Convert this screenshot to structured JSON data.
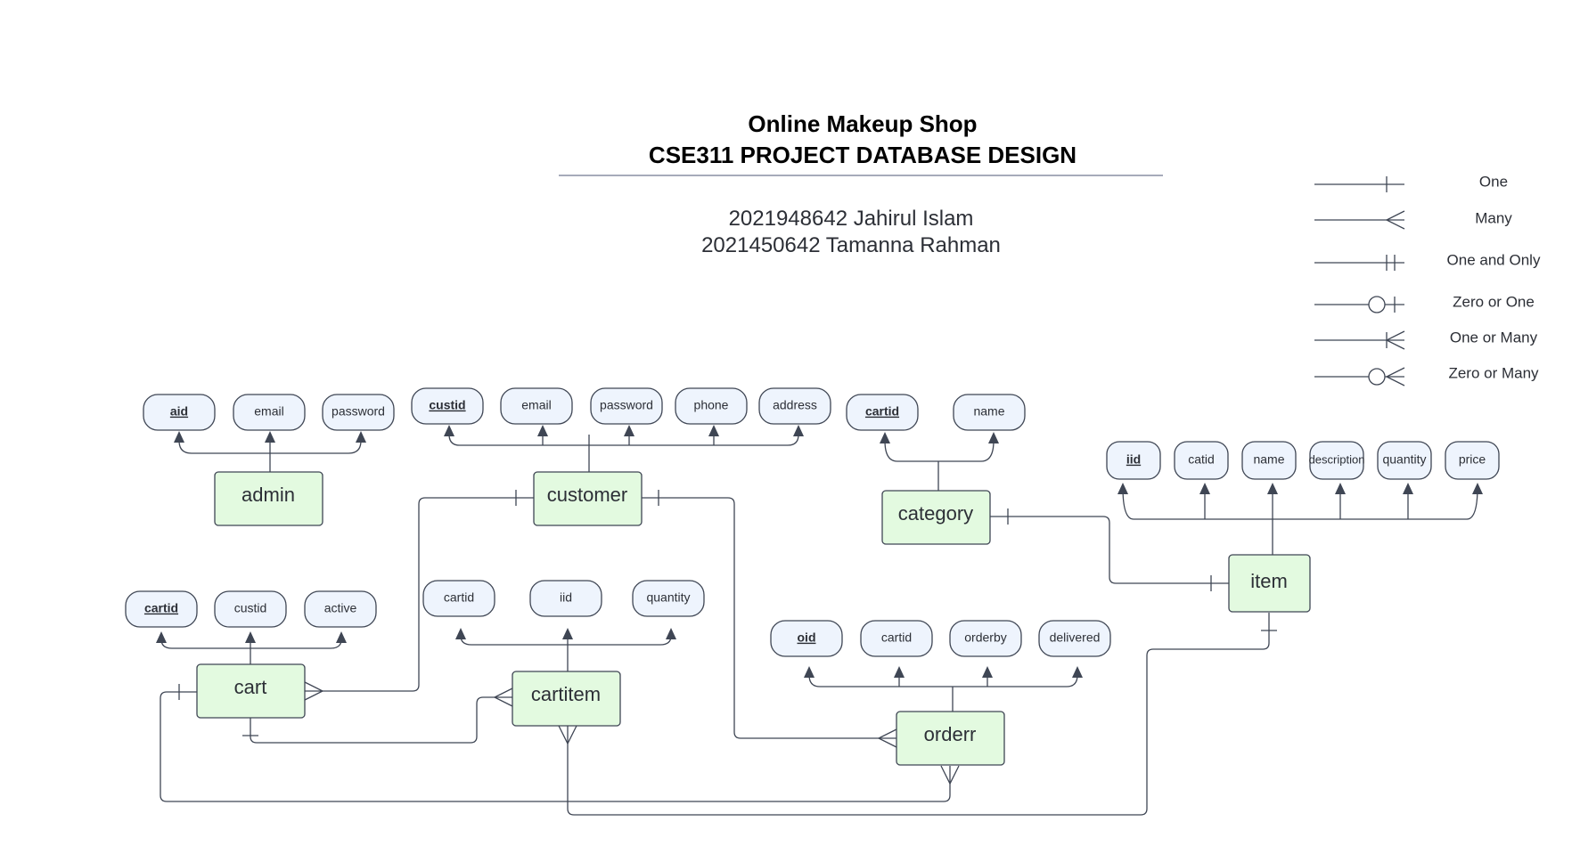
{
  "title": {
    "line1": "Online Makeup Shop",
    "line2": "CSE311 PROJECT DATABASE DESIGN"
  },
  "authors": [
    "2021948642 Jahirul Islam",
    "2021450642 Tamanna Rahman"
  ],
  "legend": [
    {
      "label": "One",
      "symbol": "one"
    },
    {
      "label": "Many",
      "symbol": "many"
    },
    {
      "label": "One and Only",
      "symbol": "one-and-only"
    },
    {
      "label": "Zero or One",
      "symbol": "zero-or-one"
    },
    {
      "label": "One or Many",
      "symbol": "one-or-many"
    },
    {
      "label": "Zero or Many",
      "symbol": "zero-or-many"
    }
  ],
  "entities": {
    "admin": {
      "name": "admin",
      "attributes": [
        {
          "name": "aid",
          "pk": true
        },
        {
          "name": "email"
        },
        {
          "name": "password"
        }
      ]
    },
    "customer": {
      "name": "customer",
      "attributes": [
        {
          "name": "custid",
          "pk": true
        },
        {
          "name": "email"
        },
        {
          "name": "password"
        },
        {
          "name": "phone"
        },
        {
          "name": "address"
        }
      ]
    },
    "category": {
      "name": "category",
      "attributes": [
        {
          "name": "cartid",
          "pk": true
        },
        {
          "name": "name"
        }
      ]
    },
    "item": {
      "name": "item",
      "attributes": [
        {
          "name": "iid",
          "pk": true
        },
        {
          "name": "catid"
        },
        {
          "name": "name"
        },
        {
          "name": "description"
        },
        {
          "name": "quantity"
        },
        {
          "name": "price"
        }
      ]
    },
    "cart": {
      "name": "cart",
      "attributes": [
        {
          "name": "cartid",
          "pk": true
        },
        {
          "name": "custid"
        },
        {
          "name": "active"
        }
      ]
    },
    "cartitem": {
      "name": "cartitem",
      "attributes": [
        {
          "name": "cartid"
        },
        {
          "name": "iid"
        },
        {
          "name": "quantity"
        }
      ]
    },
    "orderr": {
      "name": "orderr",
      "attributes": [
        {
          "name": "oid",
          "pk": true
        },
        {
          "name": "cartid"
        },
        {
          "name": "orderby"
        },
        {
          "name": "delivered"
        }
      ]
    }
  },
  "relationships": [
    {
      "from": "customer",
      "to": "cart",
      "from_card": "one",
      "to_card": "many"
    },
    {
      "from": "customer",
      "to": "orderr",
      "from_card": "one",
      "to_card": "many"
    },
    {
      "from": "category",
      "to": "item",
      "from_card": "one",
      "to_card": "one"
    },
    {
      "from": "cart",
      "to": "cartitem",
      "from_card": "one",
      "to_card": "many"
    },
    {
      "from": "item",
      "to": "cartitem",
      "from_card": "one",
      "to_card": "many"
    },
    {
      "from": "cart",
      "to": "orderr",
      "from_card": "one",
      "to_card": "many"
    }
  ],
  "colors": {
    "entity_fill": "#e3fae0",
    "attribute_fill": "#eef4fd",
    "stroke": "#3f4654",
    "title_rule": "#9a9fb0"
  }
}
